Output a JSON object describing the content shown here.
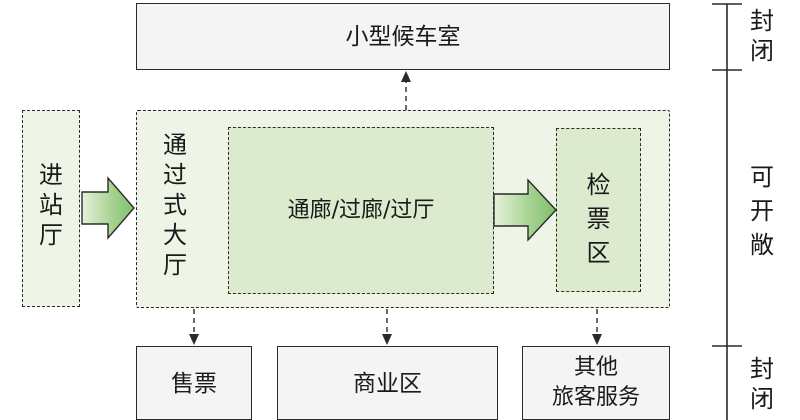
{
  "diagram": {
    "waiting_room": "小型候车室",
    "entry_hall": [
      "进",
      "站",
      "厅"
    ],
    "transit_hall": [
      "通",
      "过",
      "式",
      "大",
      "厅"
    ],
    "corridor": "通廊/过廊/过厅",
    "ticket_check": [
      "检",
      "票",
      "区"
    ],
    "ticket_sales": "售票",
    "commercial": "商业区",
    "other_services_line1": "其他",
    "other_services_line2": "旅客服务",
    "side_top": [
      "封",
      "闭"
    ],
    "side_middle": [
      "可",
      "开",
      "敞"
    ],
    "side_bottom": [
      "封",
      "闭"
    ]
  },
  "colors": {
    "light_fill": "#eef4e6",
    "mid_fill": "#dcebcd",
    "arrow_fill_dark": "#8cc47a",
    "arrow_fill_light": "#e6f2dc",
    "box_fill": "#f4f4f4",
    "stroke": "#2a2a2a"
  }
}
